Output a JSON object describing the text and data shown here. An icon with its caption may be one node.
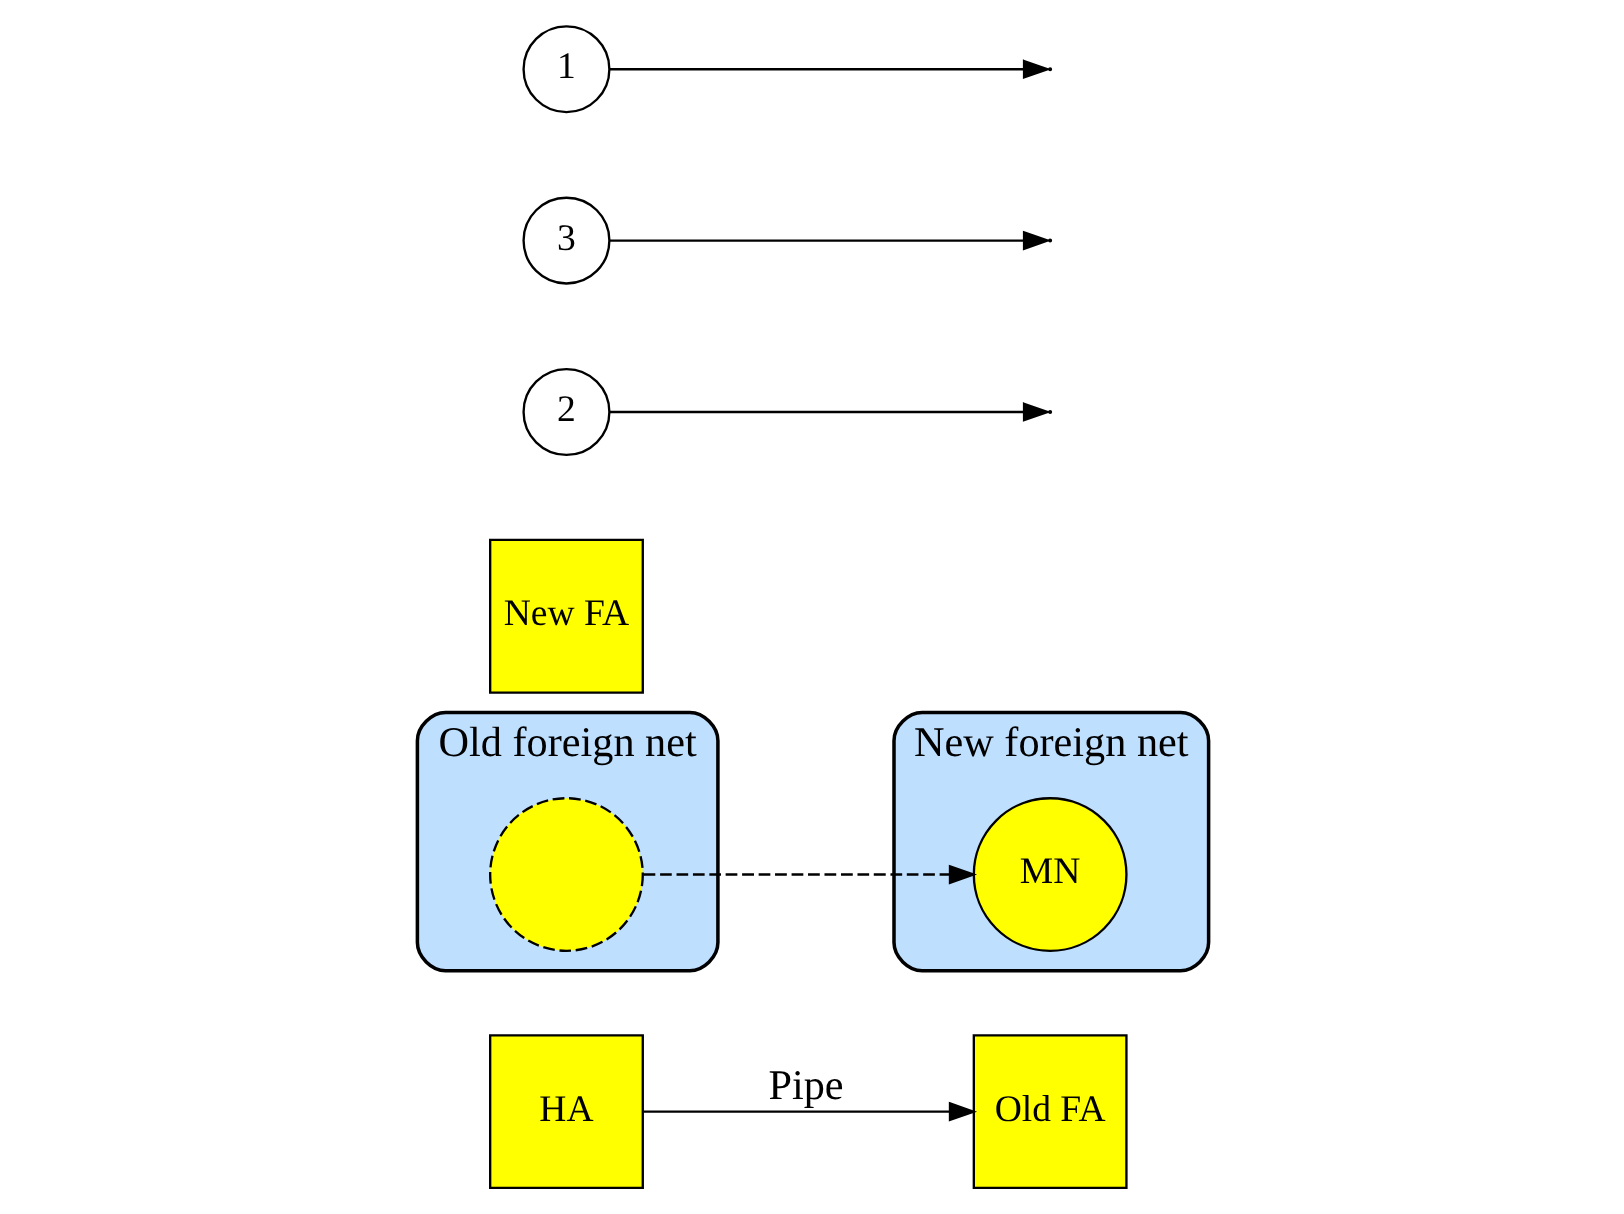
{
  "diagram": {
    "nodes": [
      {
        "text": [
          "HA"
        ]
      },
      {
        "text": [
          "Old FA"
        ]
      },
      {
        "text": [
          "Old foreign net"
        ]
      },
      {
        "text": [],
        "shape": "circle",
        "in": 2
      },
      {
        "text": [
          "New FA"
        ]
      },
      {
        "text": [
          "New foreign net"
        ]
      },
      {
        "text": [
          "MN"
        ],
        "in": 5
      },
      {
        "text": [
          "2"
        ]
      },
      {
        "text": [
          "3"
        ]
      },
      {
        "text": [
          "1"
        ]
      }
    ],
    "edges": [
      {
        "from": 0,
        "to": 1,
        "arrow": "to",
        "label": "Pipe"
      },
      {
        "from": 3,
        "to": 6,
        "arrow": "to",
        "style": "dashed"
      },
      {
        "from": 7,
        "to": null,
        "arrow": "to"
      },
      {
        "from": 8,
        "to": null,
        "arrow": "to"
      },
      {
        "from": 9,
        "to": null,
        "arrow": "to"
      }
    ]
  }
}
